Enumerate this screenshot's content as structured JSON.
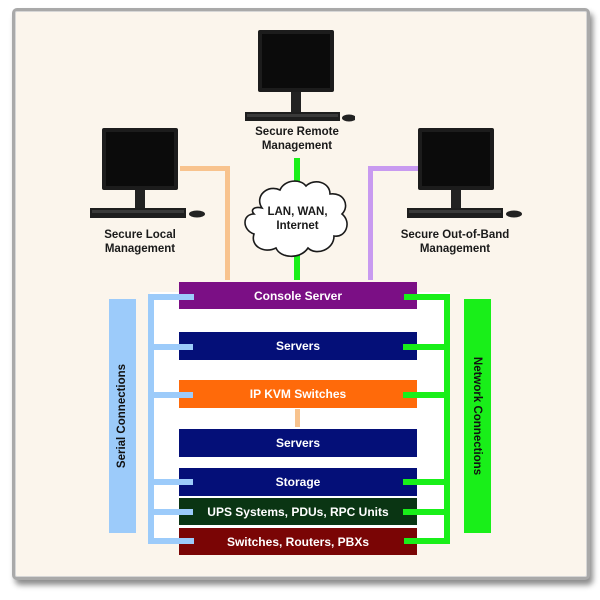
{
  "diagram": {
    "colors": {
      "background": "#fbf5ec",
      "serial": "#9ccbfa",
      "network": "#19ef19",
      "local_link": "#f8c38e",
      "oob_link": "#c89af0",
      "console_server": "#7b0f85",
      "servers": "#040f78",
      "ip_kvm": "#ff6a0a",
      "storage": "#040f78",
      "ups": "#0a3513",
      "switches": "#7a0505"
    },
    "endpoints": {
      "remote": {
        "line1": "Secure Remote",
        "line2": "Management"
      },
      "local": {
        "line1": "Secure Local",
        "line2": "Management"
      },
      "oob": {
        "line1": "Secure Out-of-Band",
        "line2": "Management"
      }
    },
    "cloud": {
      "line1": "LAN, WAN,",
      "line2": "Internet"
    },
    "stack": [
      {
        "label": "Console Server",
        "color": "#7b0f85"
      },
      {
        "label": "Servers",
        "color": "#040f78"
      },
      {
        "label": "IP KVM Switches",
        "color": "#ff6a0a"
      },
      {
        "label": "Servers",
        "color": "#040f78"
      },
      {
        "label": "Storage",
        "color": "#040f78"
      },
      {
        "label": "UPS Systems, PDUs, RPC Units",
        "color": "#0a3513"
      },
      {
        "label": "Switches, Routers, PBXs",
        "color": "#7a0505"
      }
    ],
    "side_labels": {
      "serial": "Serial Connections",
      "network": "Network Connections"
    }
  }
}
